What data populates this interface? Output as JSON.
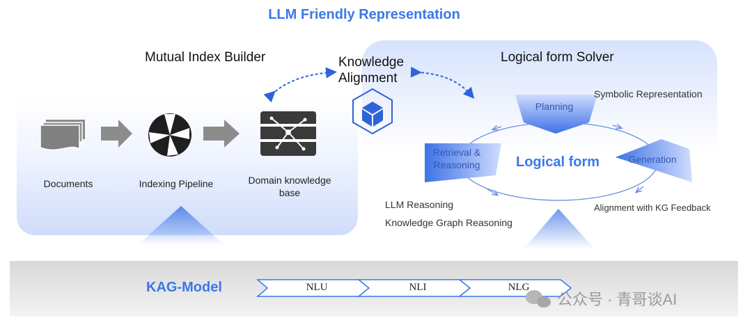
{
  "title": "LLM Friendly Representation",
  "mutual_index": {
    "title": "Mutual Index Builder",
    "documents": "Documents",
    "pipeline": "Indexing Pipeline",
    "kb": "Domain knowledge base"
  },
  "alignment": {
    "title_line1": "Knowledge",
    "title_line2": "Alignment"
  },
  "solver": {
    "title": "Logical form Solver",
    "symbolic": "Symbolic Representation",
    "planning": "Planning",
    "retrieval": "Retrieval & Reasoning",
    "generation": "Generation",
    "logical_form": "Logical form",
    "kg_feedback": "Alignment with KG Feedback",
    "llm_reasoning": "LLM Reasoning",
    "kg_reasoning": "Knowledge Graph Reasoning"
  },
  "model": {
    "label": "KAG-Model",
    "stages": [
      "NLU",
      "NLI",
      "NLG"
    ]
  },
  "watermark": "公众号 · 青哥谈AI",
  "colors": {
    "accent": "#3b78e7",
    "panel": "#dfe8fd",
    "icon_dark": "#1f1f1f",
    "alignment_blue": "#2f63d8"
  }
}
